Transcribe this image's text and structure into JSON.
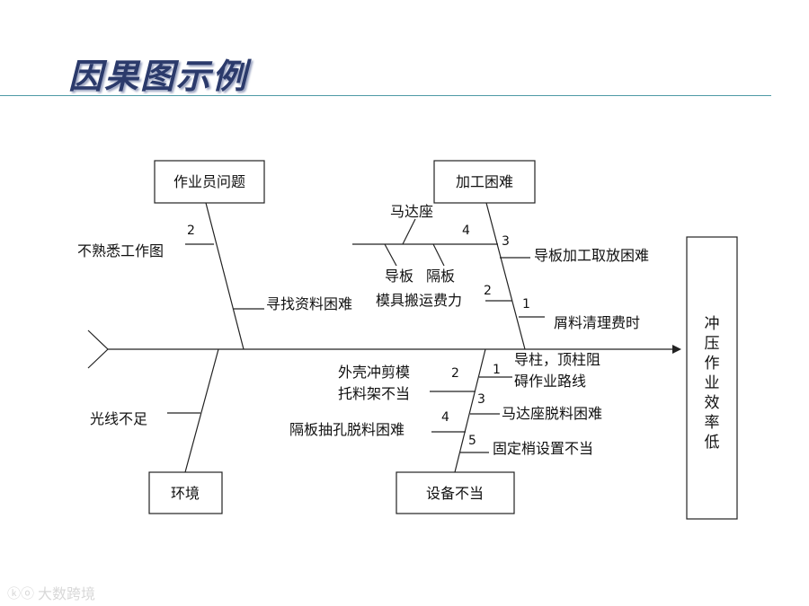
{
  "title": "因果图示例",
  "effect": {
    "text": "冲压作业效率低"
  },
  "categories": {
    "operator": "作业员问题",
    "processing": "加工困难",
    "environment": "环境",
    "equipment": "设备不当"
  },
  "causes": {
    "op_unfamiliar": "不熟悉工作图",
    "op_num2": "2",
    "op_search": "寻找资料困难",
    "proc_motor_seat": "马达座",
    "proc_num4": "4",
    "proc_num3": "3",
    "proc_guide_plate": "导板",
    "proc_partition": "隔板",
    "proc_handling": "模具搬运费力",
    "proc_num2": "2",
    "proc_num1": "1",
    "proc_guide_pick": "导板加工取放困难",
    "proc_chips": "屑料清理费时",
    "env_light": "光线不足",
    "eq_shell_die": "外壳冲剪模",
    "eq_bracket": "托料架不当",
    "eq_num2": "2",
    "eq_num1": "1",
    "eq_guide_post_1": "导柱，顶柱阻",
    "eq_guide_post_2": "碍作业路线",
    "eq_num3": "3",
    "eq_motor_strip": "马达座脱料困难",
    "eq_num4": "4",
    "eq_partition_strip": "隔板抽孔脱料困难",
    "eq_num5": "5",
    "eq_pin": "固定梢设置不当"
  },
  "watermark": {
    "logo": "ⓚⓞ",
    "text": "大数跨境"
  }
}
